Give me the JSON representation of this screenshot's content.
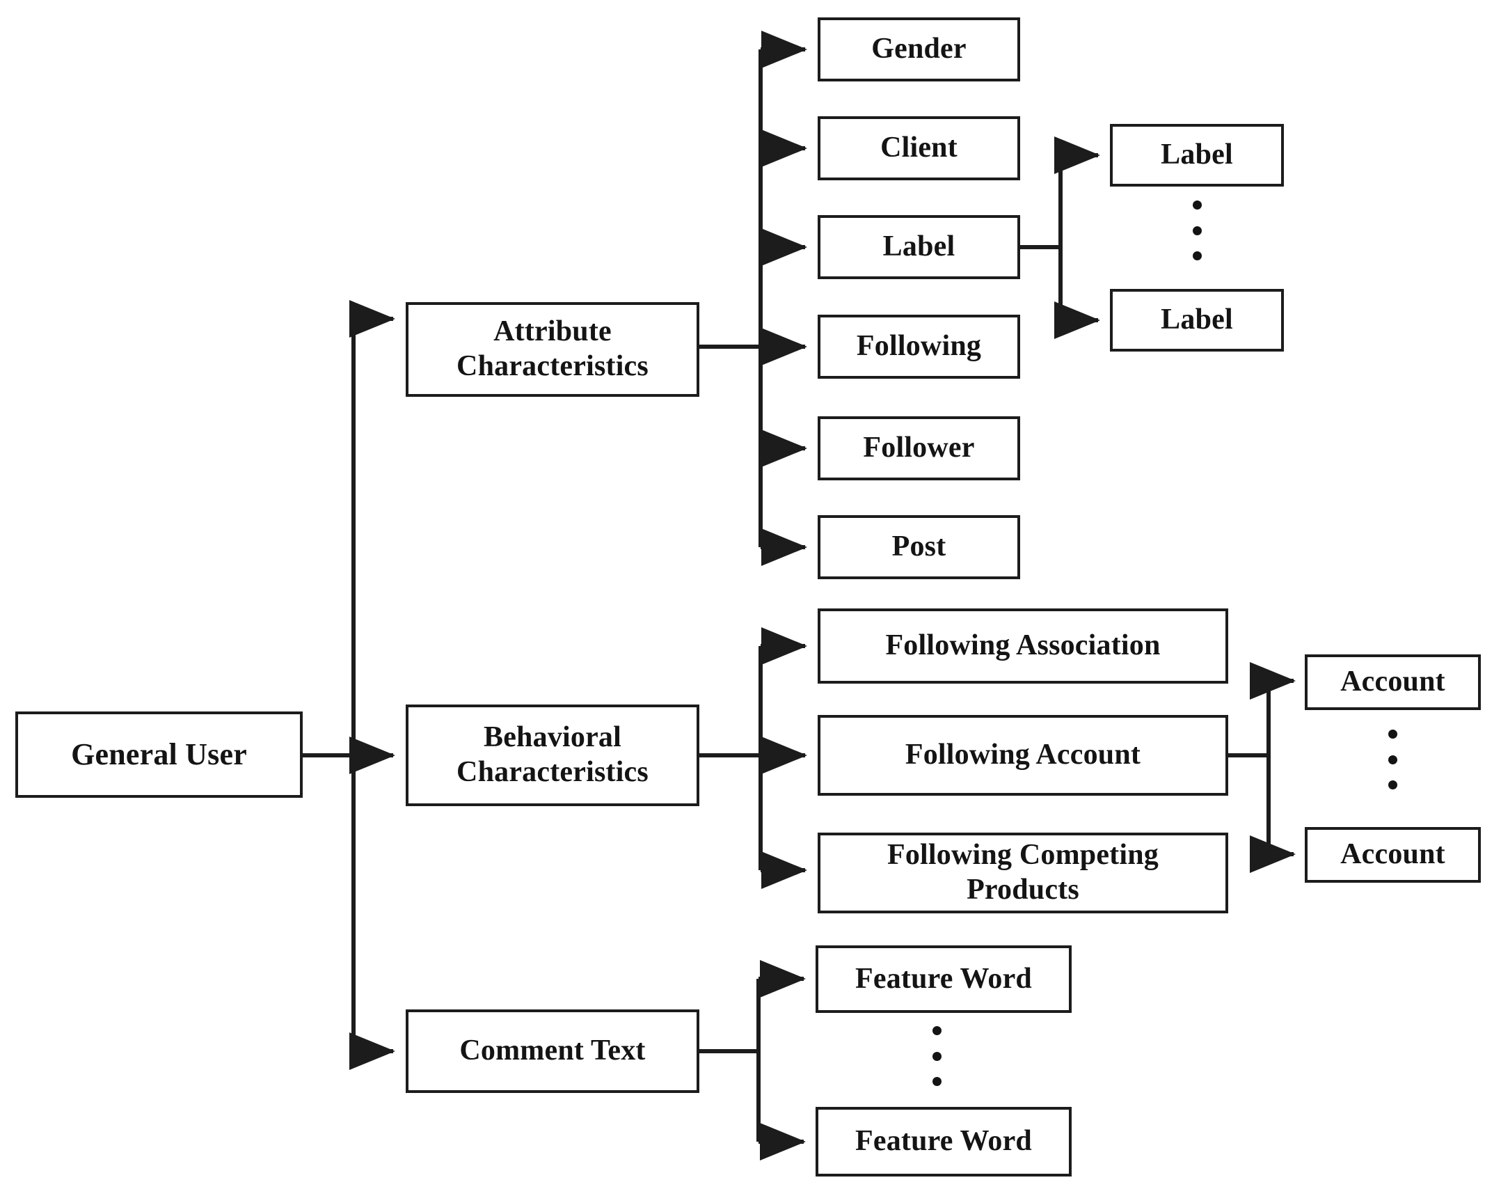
{
  "diagram": {
    "type": "tree-hierarchy",
    "title": "General User Feature Decomposition",
    "orientation": "left-to-right",
    "line_color": "#1c1c1c",
    "box_fill": "#ffffff",
    "text_color": "#141414"
  },
  "nodes": {
    "root": {
      "label": "General User"
    },
    "level2": [
      {
        "label": "Attribute\nCharacteristics"
      },
      {
        "label": "Behavioral\nCharacteristics"
      },
      {
        "label": "Comment Text"
      }
    ],
    "attribute_children": [
      {
        "label": "Gender"
      },
      {
        "label": "Client"
      },
      {
        "label": "Label"
      },
      {
        "label": "Following"
      },
      {
        "label": "Follower"
      },
      {
        "label": "Post"
      }
    ],
    "label_children": [
      {
        "label": "Label"
      },
      {
        "label": "Label"
      }
    ],
    "behavioral_children": [
      {
        "label": "Following Association"
      },
      {
        "label": "Following Account"
      },
      {
        "label": "Following Competing\nProducts"
      }
    ],
    "account_children": [
      {
        "label": "Account"
      },
      {
        "label": "Account"
      }
    ],
    "comment_children": [
      {
        "label": "Feature Word"
      },
      {
        "label": "Feature Word"
      }
    ]
  },
  "ellipsis_marks": [
    {
      "name": "label-ellipsis"
    },
    {
      "name": "account-ellipsis"
    },
    {
      "name": "feature-word-ellipsis"
    }
  ]
}
